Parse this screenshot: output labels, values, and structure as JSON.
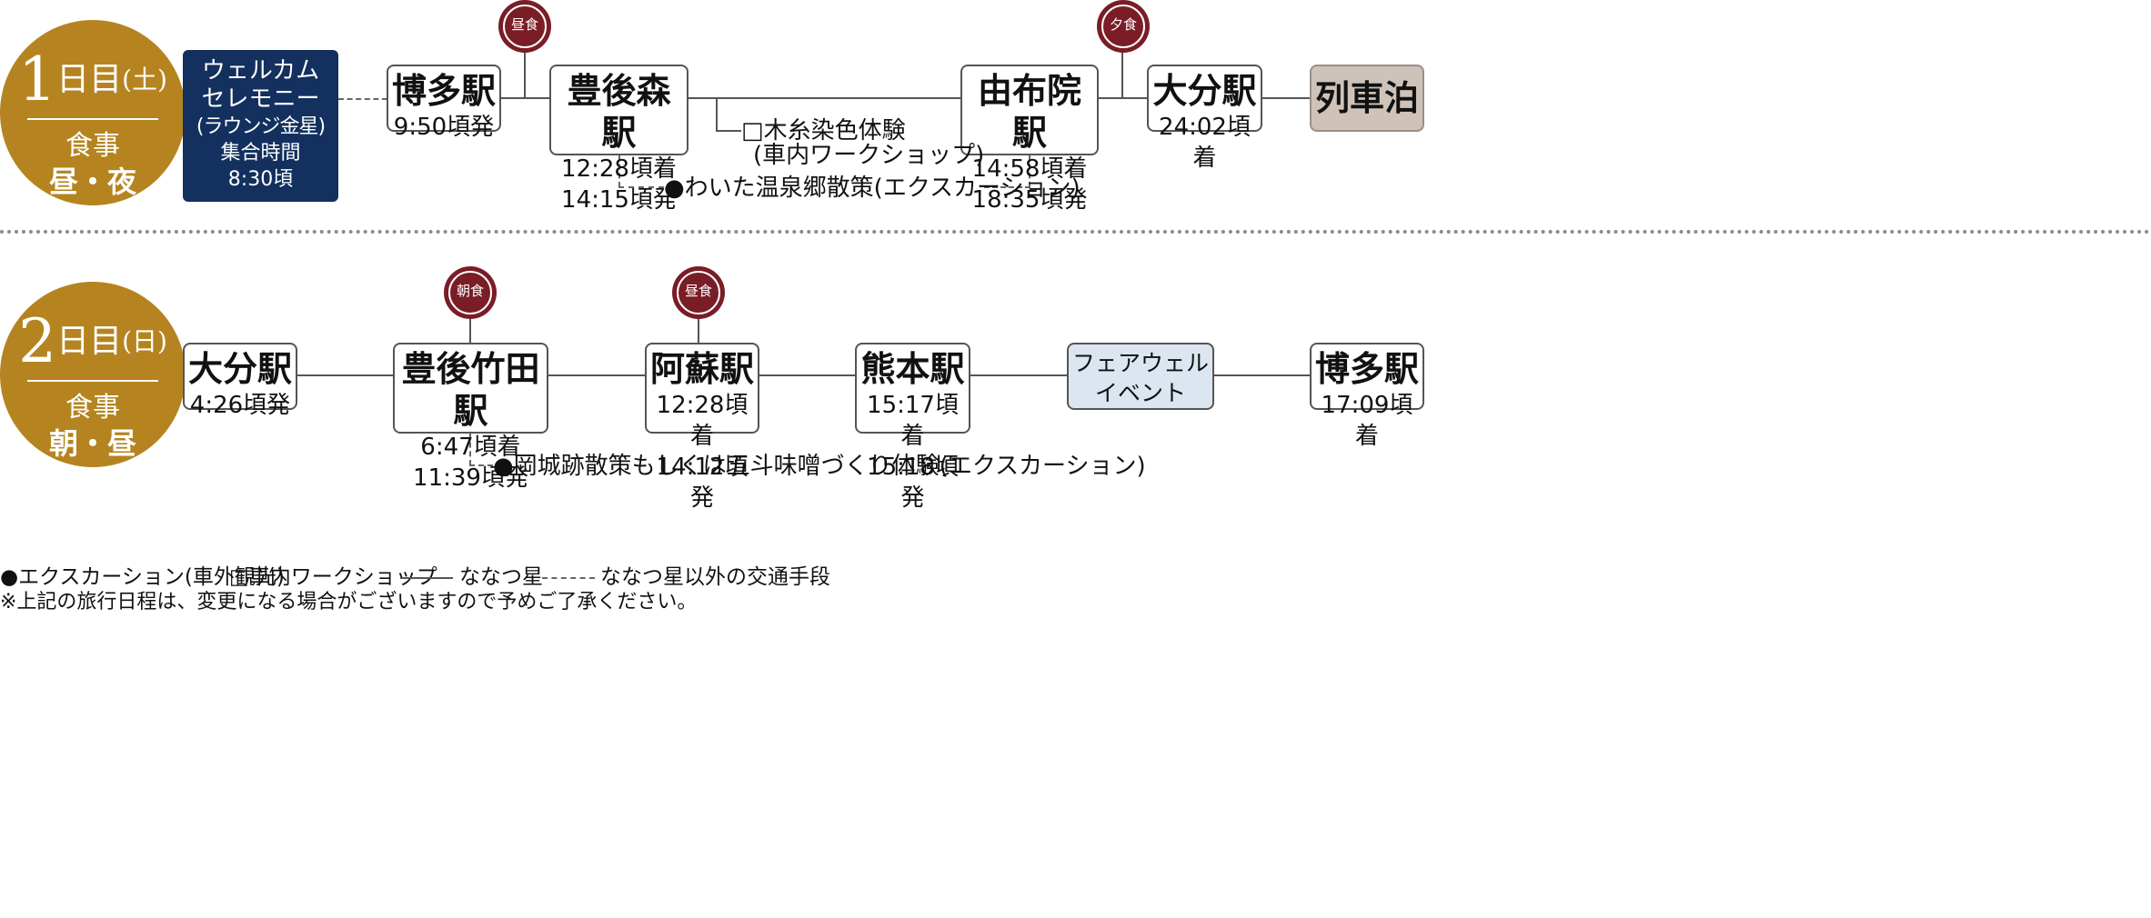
{
  "colors": {
    "day_circle": "#b58420",
    "meal_circle": "#7a1d26",
    "welcome_box": "#13305e",
    "train_hotel_box": "#cfc3b9",
    "farewell_box": "#dbe6f0"
  },
  "day1": {
    "num": "1",
    "unit": "日目",
    "dow": "(土)",
    "meal_label": "食事",
    "meals": "昼・夜",
    "welcome": {
      "line1": "ウェルカム",
      "line2": "セレモニー",
      "line3": "(ラウンジ金星)",
      "line4": "集合時間",
      "line5": "8:30頃"
    },
    "stations": [
      {
        "name": "博多駅",
        "t1": "9:50頃発"
      },
      {
        "name": "豊後森駅",
        "t1": "12:28頃着",
        "t2": "14:15頃発"
      },
      {
        "name": "由布院駅",
        "t1": "14:58頃着",
        "t2": "18:35頃発"
      },
      {
        "name": "大分駅",
        "t1": "24:02頃着"
      }
    ],
    "final": "列車泊",
    "meal_icons": [
      "昼食",
      "夕食"
    ],
    "workshop_line1": "□木糸染色体験",
    "workshop_line2": "(車内ワークショップ)",
    "excursion": "●わいた温泉郷散策(エクスカーション)"
  },
  "day2": {
    "num": "2",
    "unit": "日目",
    "dow": "(日)",
    "meal_label": "食事",
    "meals": "朝・昼",
    "stations": [
      {
        "name": "大分駅",
        "t1": "4:26頃発"
      },
      {
        "name": "豊後竹田駅",
        "t1": "6:47頃着",
        "t2": "11:39頃発"
      },
      {
        "name": "阿蘇駅",
        "t1": "12:28頃着",
        "t2": "14:12頃発"
      },
      {
        "name": "熊本駅",
        "t1": "15:17頃着",
        "t2": "15:18頃発"
      },
      {
        "name": "博多駅",
        "t1": "17:09頃着"
      }
    ],
    "farewell_line1": "フェアウェル",
    "farewell_line2": "イベント",
    "meal_icons": [
      "朝食",
      "昼食"
    ],
    "excursion": "●岡城跡散策もしくは五斗味噌づくり体験(エクスカーション)"
  },
  "legend": {
    "excursion": "●エクスカーション(車外観光)",
    "workshop": "□車内ワークショップ",
    "nanatsuboshi": "ななつ星",
    "other_transport": "ななつ星以外の交通手段",
    "disclaimer": "※上記の旅行日程は、変更になる場合がございますので予めご了承ください。"
  }
}
